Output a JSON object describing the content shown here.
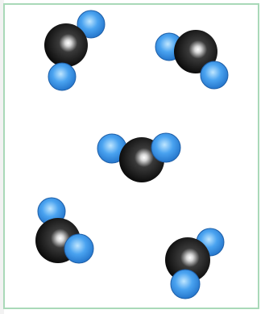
{
  "colors": {
    "carbon": "#111111",
    "carbon_highlight": "#ffffff",
    "hydrogen": "#3a8fe0",
    "hydrogen_highlight": "#9fd4ff",
    "hydrogen_outline": "#1e5fa8",
    "frame": "#a9d9b8"
  },
  "molecules": [
    {
      "id": "molecule-1",
      "atoms": [
        "hydrogen",
        "carbon",
        "hydrogen"
      ]
    },
    {
      "id": "molecule-2",
      "atoms": [
        "hydrogen",
        "carbon",
        "hydrogen"
      ]
    },
    {
      "id": "molecule-3",
      "atoms": [
        "hydrogen",
        "carbon",
        "hydrogen"
      ]
    },
    {
      "id": "molecule-4",
      "atoms": [
        "hydrogen",
        "carbon",
        "hydrogen"
      ]
    },
    {
      "id": "molecule-5",
      "atoms": [
        "hydrogen",
        "carbon",
        "hydrogen"
      ]
    }
  ]
}
